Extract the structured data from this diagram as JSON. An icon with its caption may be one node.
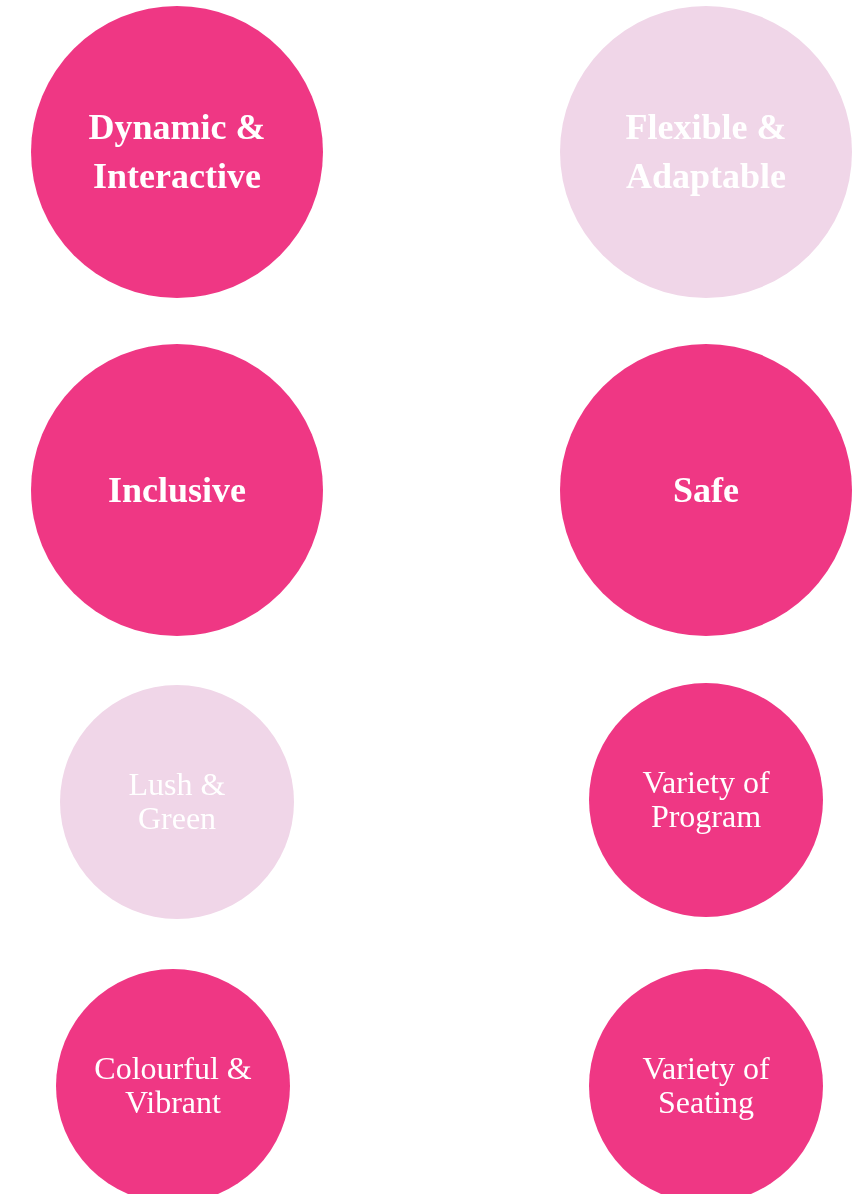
{
  "diagram": {
    "nodes": [
      {
        "text": [
          "Dynamic & Interactive"
        ]
      },
      {
        "text": [
          "Flexible & Adaptable"
        ]
      },
      {
        "text": [
          "Inclusive"
        ]
      },
      {
        "text": [
          "Safe"
        ]
      },
      {
        "text": [
          "Lush & Green"
        ]
      },
      {
        "text": [
          "Variety of Program"
        ]
      },
      {
        "text": [
          "Colourful & Vibrant"
        ]
      },
      {
        "text": [
          "Variety of Seating"
        ]
      }
    ]
  }
}
